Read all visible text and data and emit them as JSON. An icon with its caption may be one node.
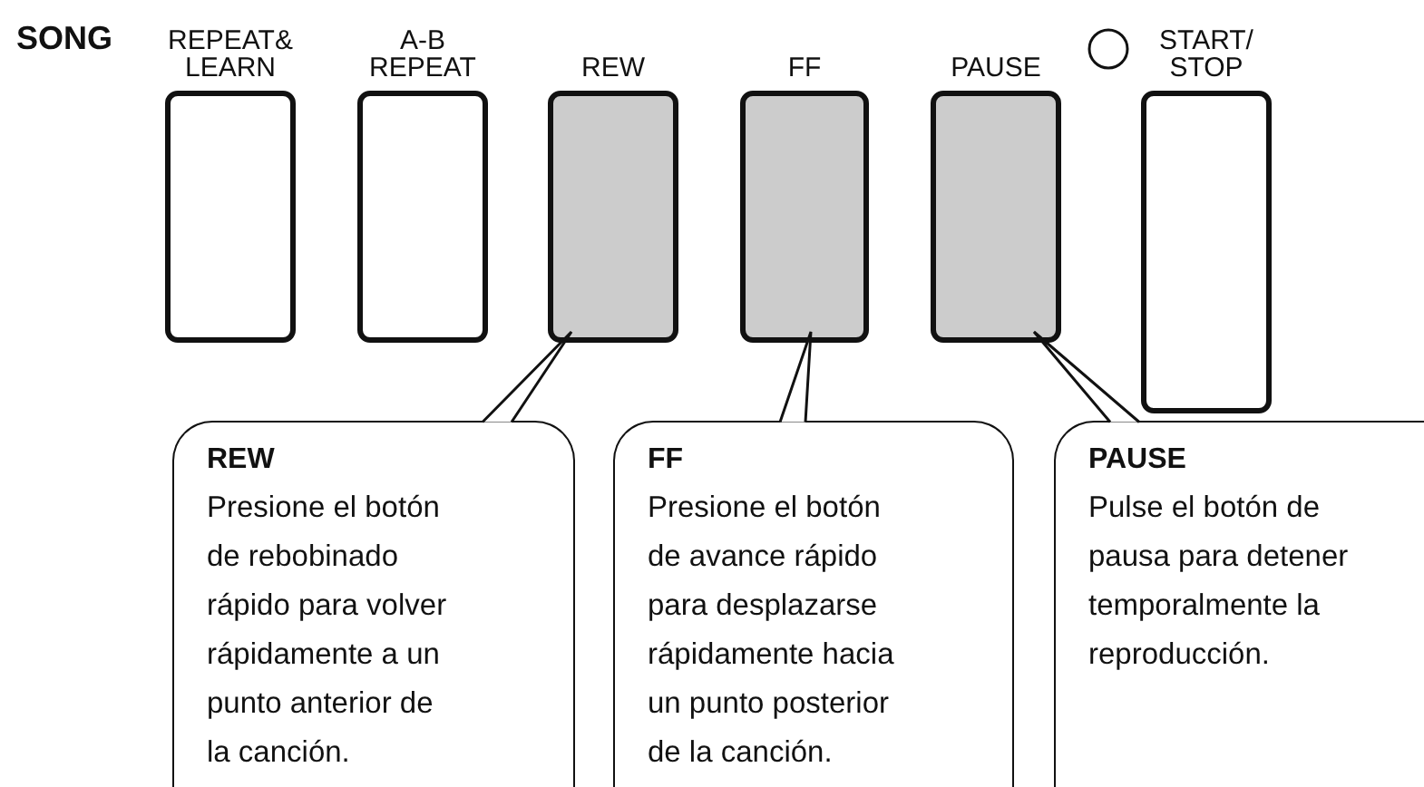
{
  "diagram": {
    "nodes": [
      {
        "text": [
          "REPEAT& LEARN"
        ]
      },
      {
        "text": [
          "A-B REPEAT"
        ]
      },
      {
        "text": [
          "REW"
        ]
      },
      {
        "text": [
          "FF"
        ]
      },
      {
        "text": [
          "PAUSE"
        ]
      },
      {
        "text": [
          "START/ STOP"
        ]
      },
      {
        "text": [
          "REW",
          "Presione el botón de rebobinado rápido para volver rápidamente a un punto anterior de la canción."
        ]
      },
      {
        "text": [
          "FF",
          "Presione el botón de avance rápido para desplazarse rápidamente hacia un punto posterior de la canción."
        ]
      },
      {
        "text": [
          "PAUSE",
          "Pulse el botón de pausa para detener temporalmente la reproducción."
        ]
      }
    ],
    "edges": [
      {
        "from": 6,
        "to": 2,
        "arrow": "none"
      },
      {
        "from": 7,
        "to": 3,
        "arrow": "none"
      },
      {
        "from": 8,
        "to": 4,
        "arrow": "none"
      }
    ],
    "labels": [
      "SONG"
    ]
  }
}
